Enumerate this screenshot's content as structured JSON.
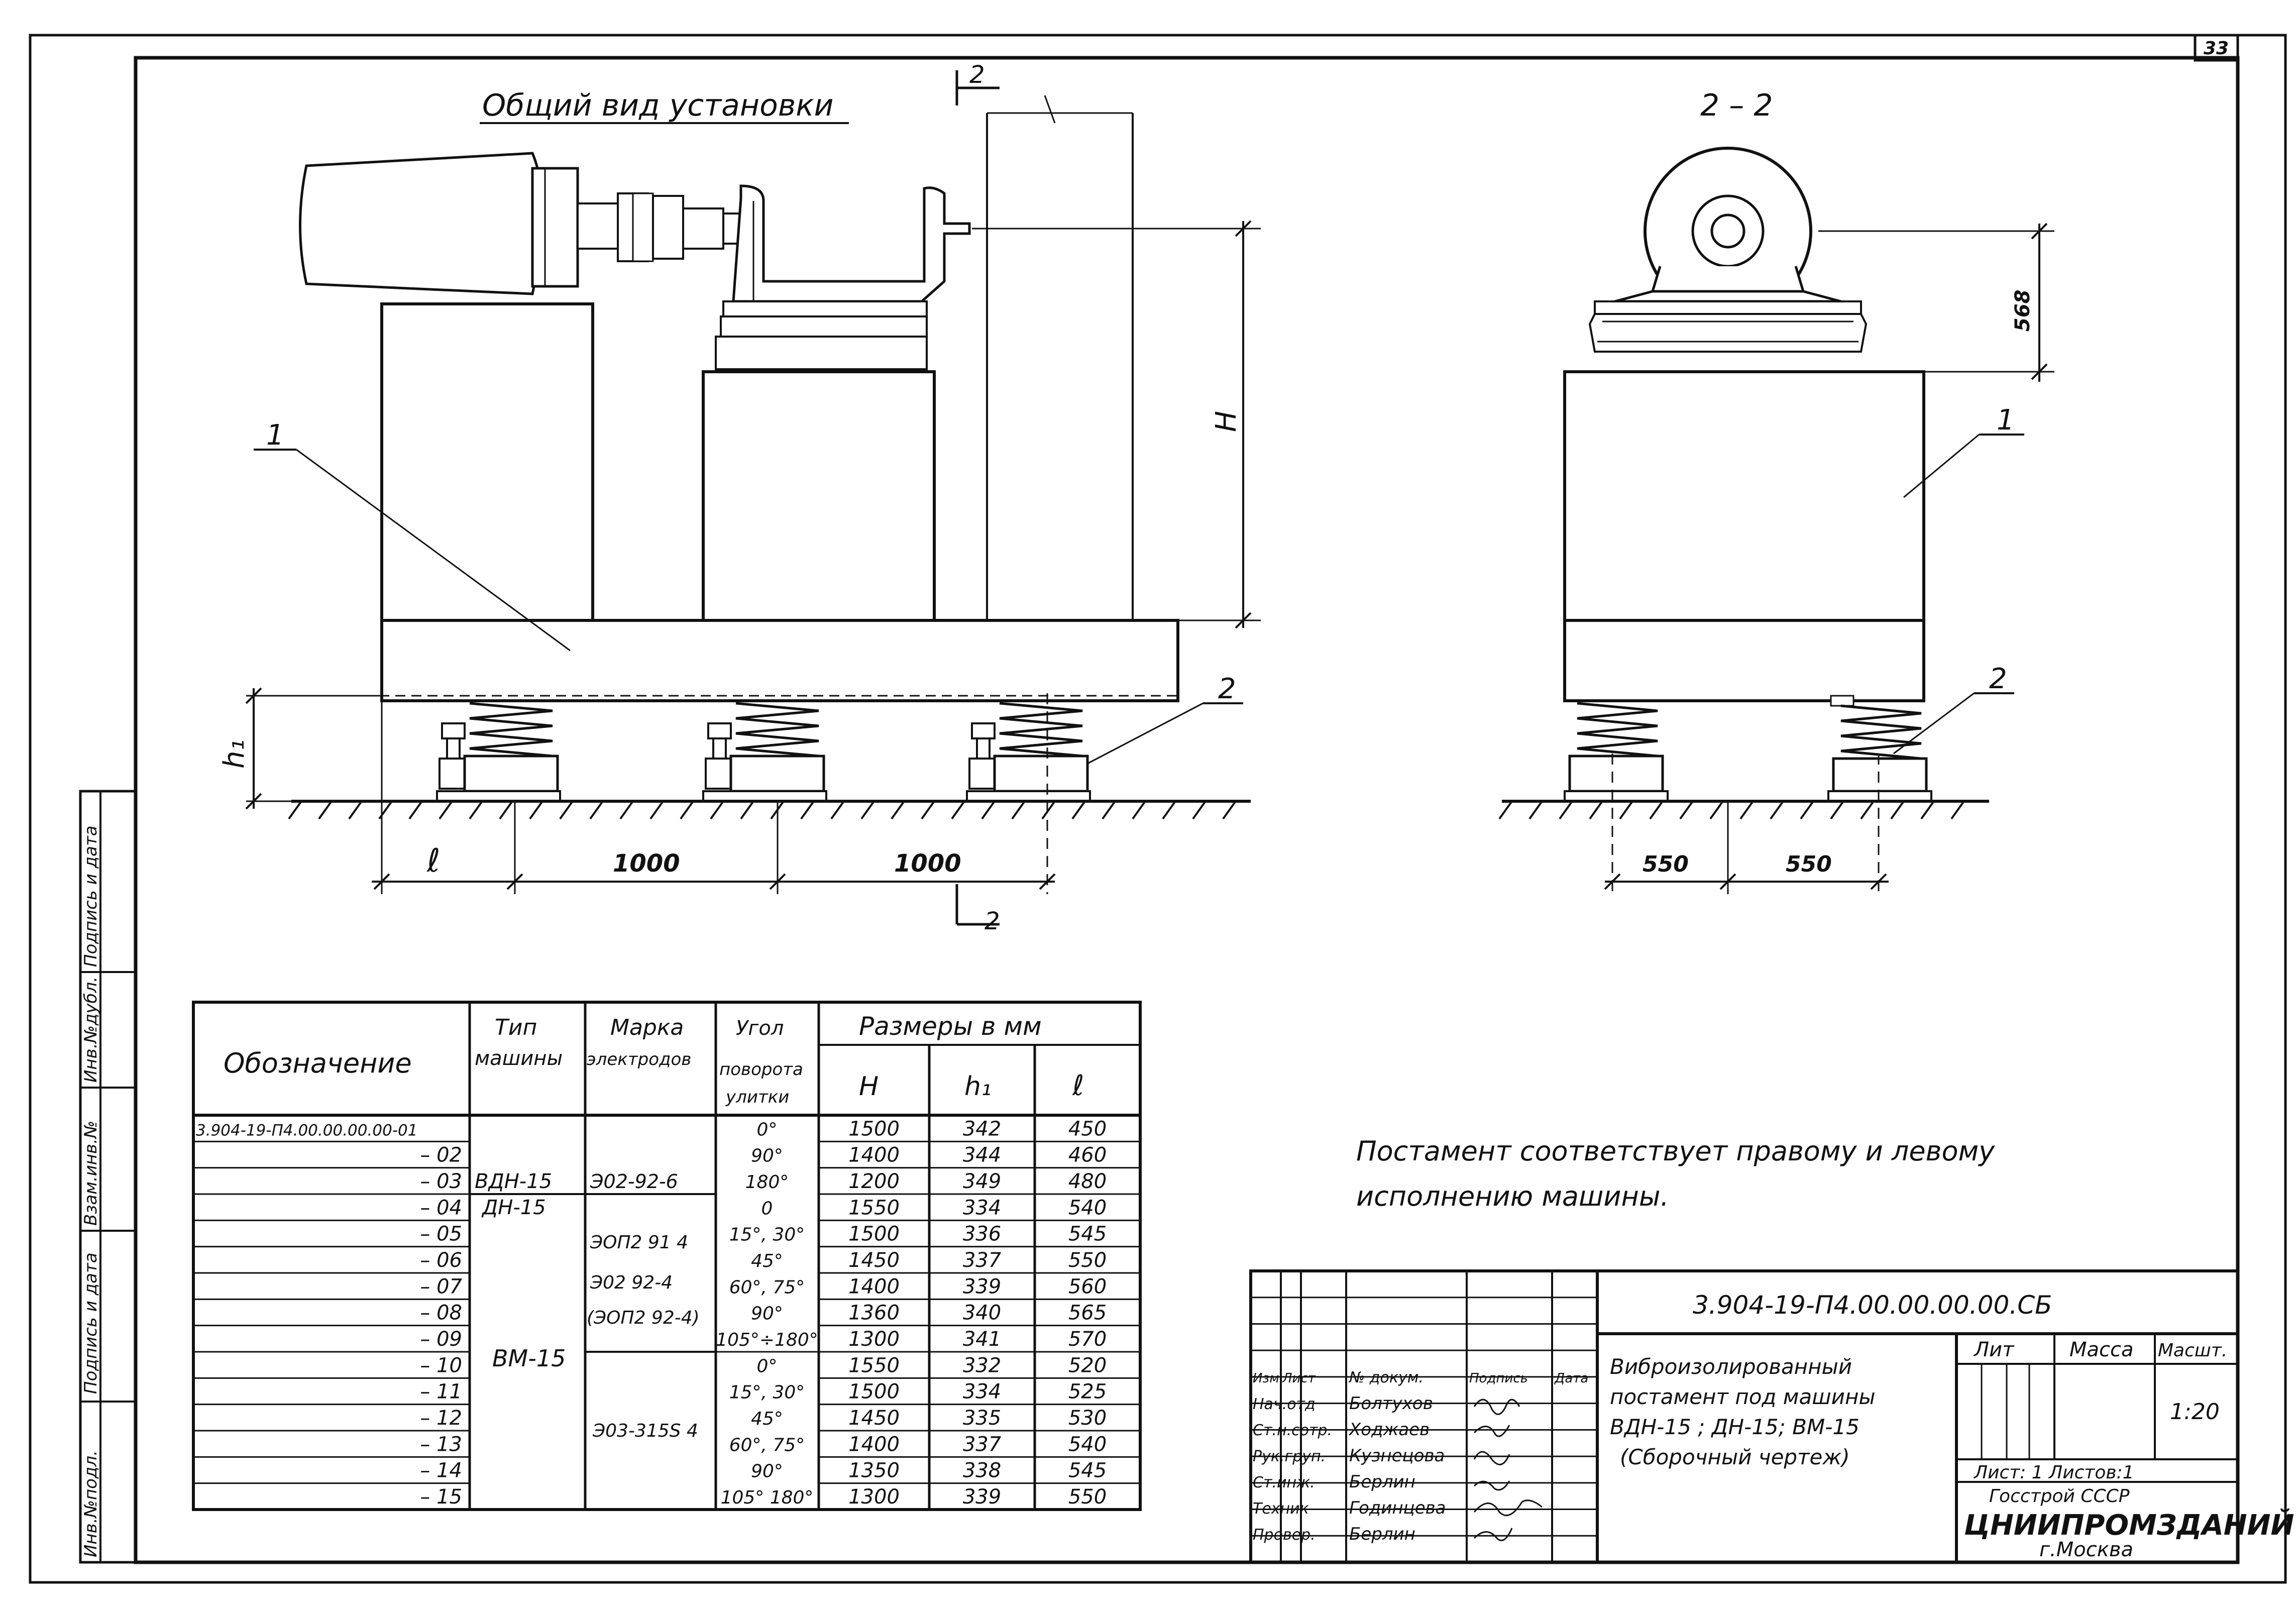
{
  "sheet": {
    "number": "33",
    "view_title": "Общий вид установки",
    "section_title": "2 – 2",
    "section_mark": "2",
    "section_mark_bottom": "2",
    "note_line1": "Постамент соответствует правому и левому",
    "note_line2": "исполнению машины."
  },
  "front_view": {
    "callout_1": "1",
    "callout_2": "2",
    "dim_H": "H",
    "dim_h1": "h₁",
    "dim_l": "ℓ",
    "dim_1000_a": "1000",
    "dim_1000_b": "1000"
  },
  "side_view": {
    "callout_1": "1",
    "callout_2": "2",
    "dim_568": "568",
    "dim_550_a": "550",
    "dim_550_b": "550"
  },
  "left_strip": [
    "Инв.№подл.",
    "Подпись и дата",
    "Взам.инв.№",
    "Инв.№дубл.",
    "Подпись и дата"
  ],
  "spec_table": {
    "header": {
      "designation": "Обозначение",
      "machine_type_1": "Тип",
      "machine_type_2": "машины",
      "electrode_1": "Марка",
      "electrode_2": "электродов",
      "angle_1": "Угол",
      "angle_2": "поворота",
      "angle_3": "улитки",
      "sizes": "Размеры в мм",
      "H": "H",
      "h1": "h₁",
      "l": "ℓ"
    },
    "rows": [
      {
        "des": "3.904-19-П4.00.00.00.00-01",
        "ang": "0°",
        "H": "1500",
        "h1": "342",
        "l": "450"
      },
      {
        "des": "– 02",
        "ang": "90°",
        "H": "1400",
        "h1": "344",
        "l": "460"
      },
      {
        "des": "– 03",
        "ang": "180°",
        "H": "1200",
        "h1": "349",
        "l": "480"
      },
      {
        "des": "– 04",
        "ang": "0",
        "H": "1550",
        "h1": "334",
        "l": "540"
      },
      {
        "des": "– 05",
        "ang": "15°, 30°",
        "H": "1500",
        "h1": "336",
        "l": "545"
      },
      {
        "des": "– 06",
        "ang": "45°",
        "H": "1450",
        "h1": "337",
        "l": "550"
      },
      {
        "des": "– 07",
        "ang": "60°, 75°",
        "H": "1400",
        "h1": "339",
        "l": "560"
      },
      {
        "des": "– 08",
        "ang": "90°",
        "H": "1360",
        "h1": "340",
        "l": "565"
      },
      {
        "des": "– 09",
        "ang": "105°÷180°",
        "H": "1300",
        "h1": "341",
        "l": "570"
      },
      {
        "des": "– 10",
        "ang": "0°",
        "H": "1550",
        "h1": "332",
        "l": "520"
      },
      {
        "des": "– 11",
        "ang": "15°, 30°",
        "H": "1500",
        "h1": "334",
        "l": "525"
      },
      {
        "des": "– 12",
        "ang": "45°",
        "H": "1450",
        "h1": "335",
        "l": "530"
      },
      {
        "des": "– 13",
        "ang": "60°, 75°",
        "H": "1400",
        "h1": "337",
        "l": "540"
      },
      {
        "des": "– 14",
        "ang": "90°",
        "H": "1350",
        "h1": "338",
        "l": "545"
      },
      {
        "des": "– 15",
        "ang": "105° 180°",
        "H": "1300",
        "h1": "339",
        "l": "550"
      }
    ],
    "type_groups": [
      {
        "label1": "ВДН-15",
        "label2": "ДН-15"
      },
      {
        "label1": "ВМ-15",
        "label2": ""
      }
    ],
    "electrode_groups": [
      {
        "lines": [
          "Э02-92-6"
        ]
      },
      {
        "lines": [
          "ЭОП2 91 4",
          "Э02 92-4",
          "(ЭОП2 92-4)"
        ]
      },
      {
        "lines": [
          "Э03-315S 4"
        ]
      }
    ]
  },
  "title_block": {
    "doc_code": "3.904-19-П4.00.00.00.00.СБ",
    "name_lines": [
      "Виброизолированный",
      "постамент под машины",
      "ВДН-15 ; ДН-15; ВМ-15",
      "(Сборочный чертеж)"
    ],
    "lit_label": "Лит",
    "mass_label": "Масса",
    "scale_label": "Масшт.",
    "scale_value": "1:20",
    "sheet_label": "Лист: 1 Листов:1",
    "org1": "Госстрой СССР",
    "org2": "ЦНИИПРОМЗДАНИЙ",
    "org3": "г.Москва",
    "col_headers": [
      "Изм.",
      "Лист",
      "№ докум.",
      "Подпись",
      "Дата"
    ],
    "signatures": [
      {
        "role": "Нач.отд",
        "name": "Болтухов"
      },
      {
        "role": "Ст.н.сотр.",
        "name": "Ходжаев"
      },
      {
        "role": "Рук.груп.",
        "name": "Кузнецова"
      },
      {
        "role": "Ст.инж.",
        "name": "Берлин"
      },
      {
        "role": "Техник",
        "name": "Годинцева"
      },
      {
        "role": "Провер.",
        "name": "Берлин"
      }
    ]
  }
}
